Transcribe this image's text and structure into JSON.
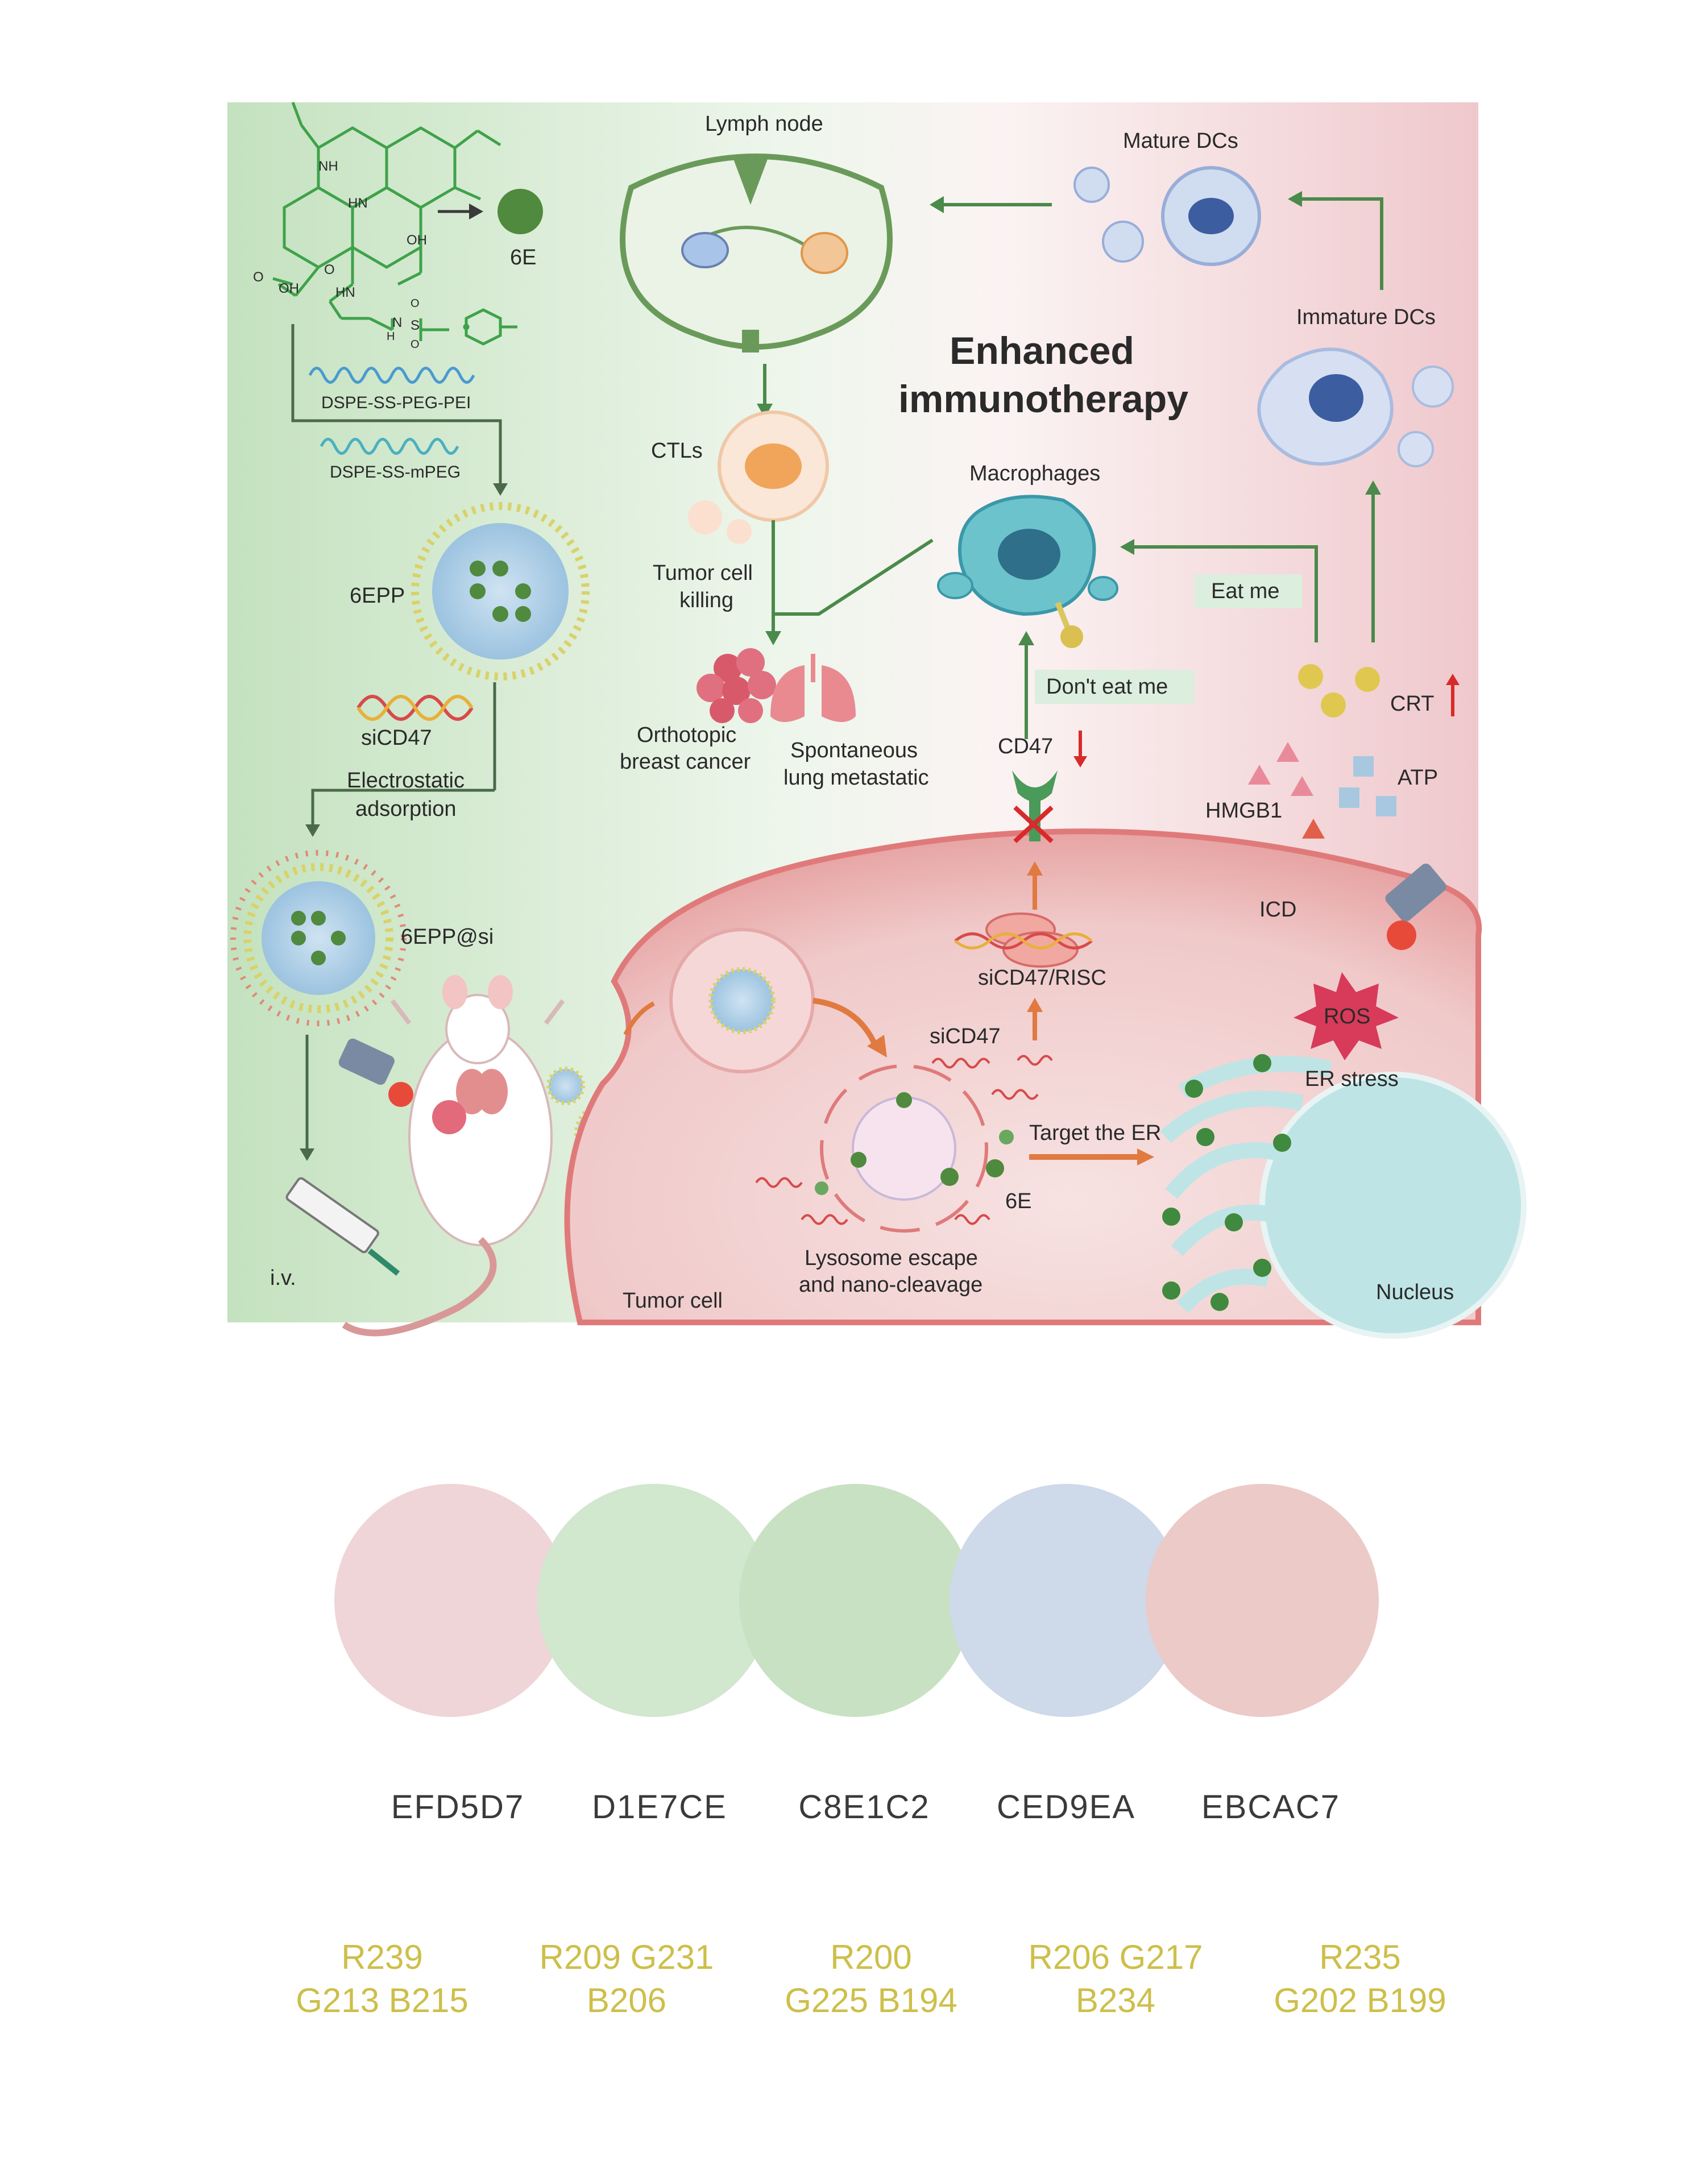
{
  "figure": {
    "heading_line1": "Enhanced",
    "heading_line2": "immunotherapy",
    "labels": {
      "six_e_top": "6E",
      "dspe_pei": "DSPE-SS-PEG-PEI",
      "dspe_mpeg": "DSPE-SS-mPEG",
      "sixepp": "6EPP",
      "sicd47_left": "siCD47",
      "electrostatic_1": "Electrostatic",
      "electrostatic_2": "adsorption",
      "sixepp_si": "6EPP@si",
      "iv": "i.v.",
      "lymph_node": "Lymph node",
      "ctls": "CTLs",
      "tumor_killing_1": "Tumor cell",
      "tumor_killing_2": "killing",
      "orthotopic_1": "Orthotopic",
      "orthotopic_2": "breast cancer",
      "spontaneous_1": "Spontaneous",
      "spontaneous_2": "lung metastatic",
      "mature_dcs": "Mature DCs",
      "immature_dcs": "Immature DCs",
      "macrophages": "Macrophages",
      "eat_me": "Eat me",
      "dont_eat_me": "Don't eat me",
      "cd47": "CD47",
      "crt": "CRT",
      "atp": "ATP",
      "hmgb1": "HMGB1",
      "icd": "ICD",
      "ros": "ROS",
      "er_stress": "ER stress",
      "sicd47_risc": "siCD47/RISC",
      "sicd47_center": "siCD47",
      "target_er": "Target the ER",
      "six_e_center": "6E",
      "lysosome_1": "Lysosome escape",
      "lysosome_2": "and nano-cleavage",
      "tumor_cell": "Tumor cell",
      "nucleus": "Nucleus",
      "nh1": "NH",
      "hn1": "HN",
      "oh1": "OH",
      "oh2": "OH",
      "o1": "O",
      "o2": "O",
      "hn2": "HN",
      "n1": "N",
      "s1": "S",
      "o3": "O",
      "o4": "O",
      "h1": "H"
    }
  },
  "palette": [
    {
      "hex": "EFD5D7",
      "rgb_line1": "R239",
      "rgb_line2": "G213 B215",
      "color": "#EFD5D7"
    },
    {
      "hex": "D1E7CE",
      "rgb_line1": "R209 G231",
      "rgb_line2": "B206",
      "color": "#D1E7CE"
    },
    {
      "hex": "C8E1C2",
      "rgb_line1": "R200",
      "rgb_line2": "G225 B194",
      "color": "#C8E1C2"
    },
    {
      "hex": "CED9EA",
      "rgb_line1": "R206 G217",
      "rgb_line2": "B234",
      "color": "#CED9EA"
    },
    {
      "hex": "EBCAC7",
      "rgb_line1": "R235",
      "rgb_line2": "G202 B199",
      "color": "#EBCAC7"
    }
  ]
}
